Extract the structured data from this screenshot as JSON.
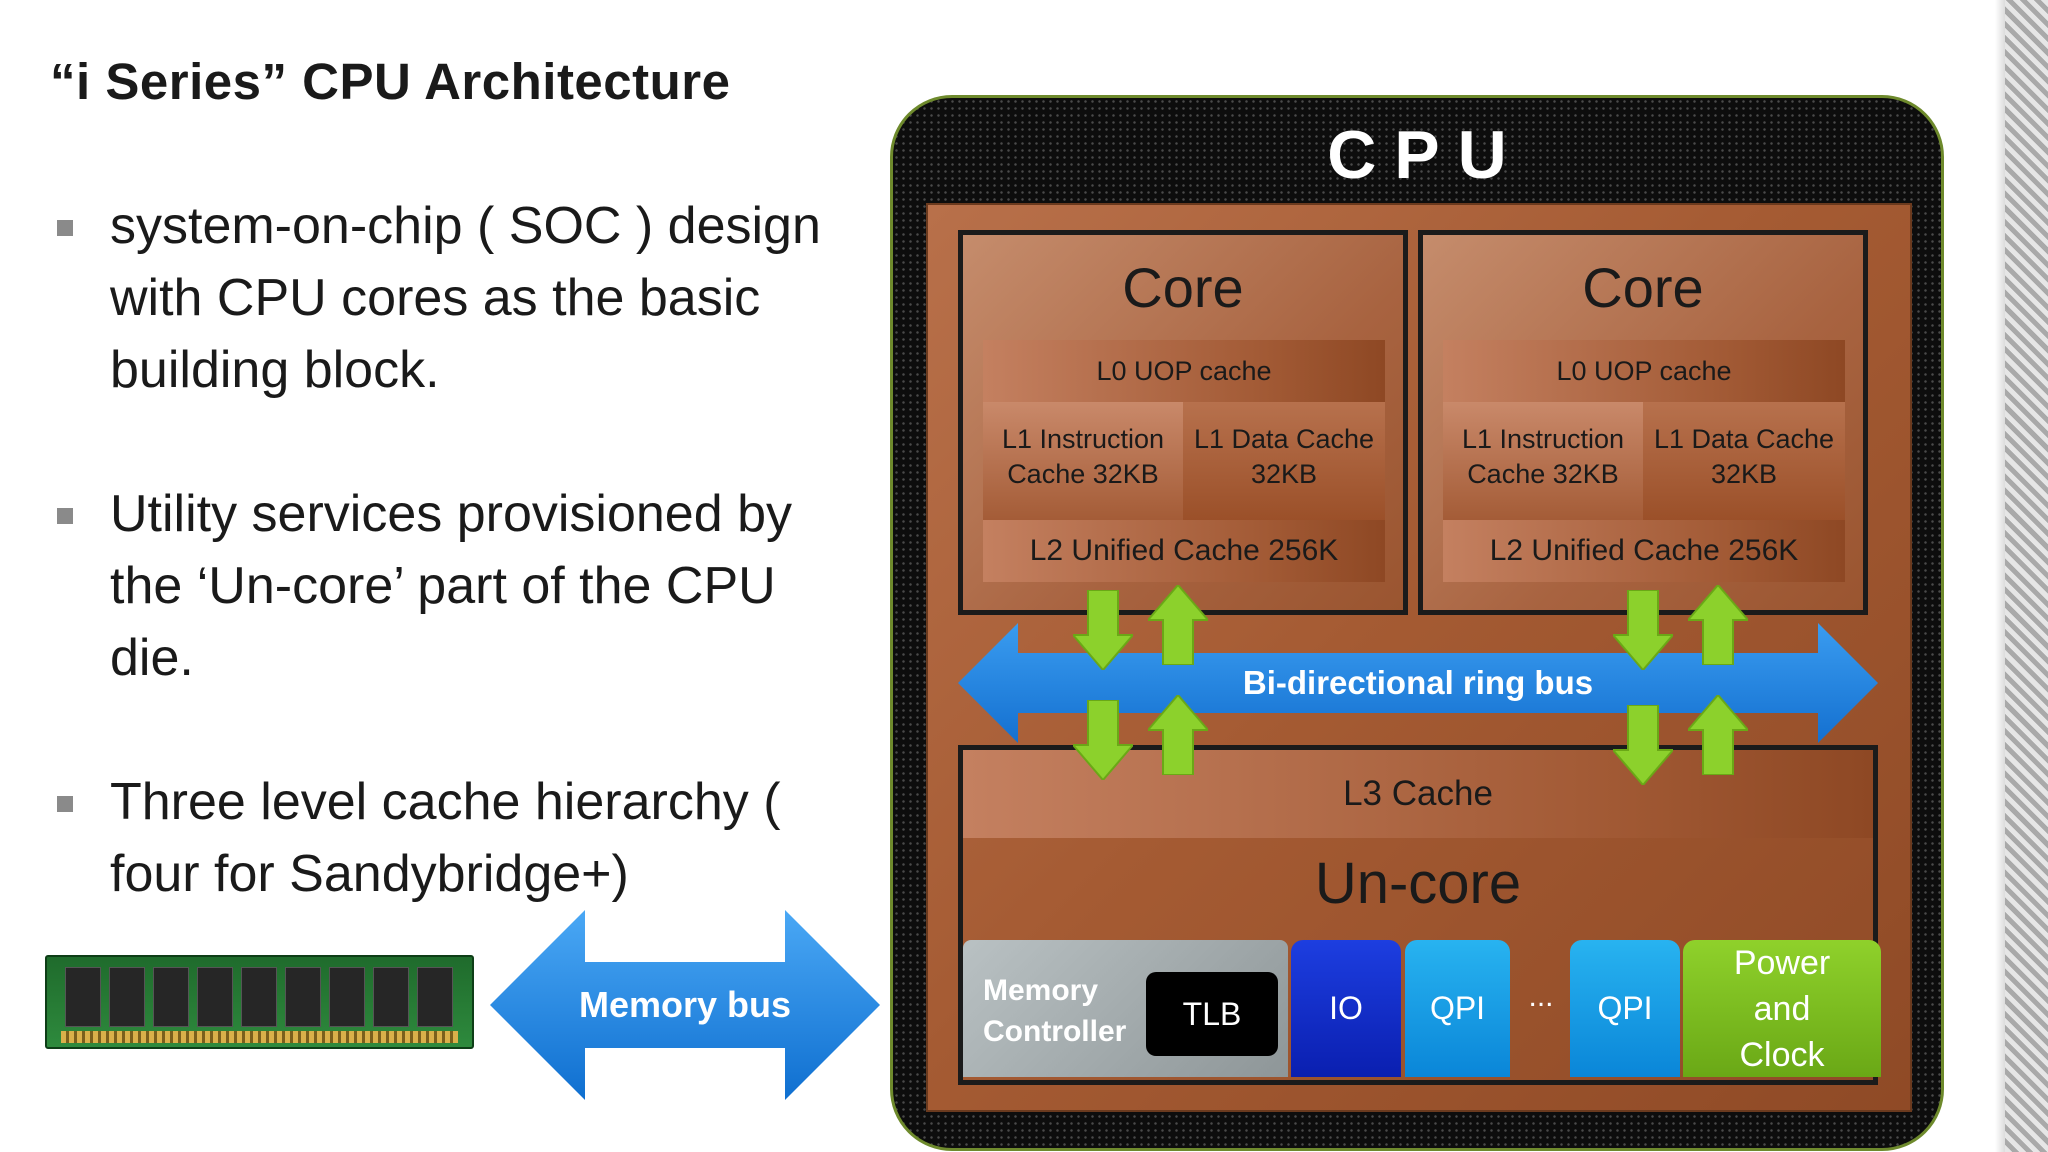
{
  "slide": {
    "title": "“i Series”  CPU Architecture",
    "bullets": [
      "system-on-chip ( SOC ) design with CPU cores as the basic building block.",
      "Utility services provisioned by the ‘Un-core’ part of the CPU die.",
      "Three level cache hierarchy ( four for Sandybridge+)"
    ]
  },
  "memory_bus": {
    "label": "Memory bus"
  },
  "cpu": {
    "title": "CPU",
    "cores": [
      {
        "title": "Core",
        "l0": "L0 UOP cache",
        "l1_instruction": [
          "L1 Instruction",
          "Cache 32KB"
        ],
        "l1_data": [
          "L1 Data Cache",
          "32KB"
        ],
        "l2": "L2 Unified Cache 256K"
      },
      {
        "title": "Core",
        "l0": "L0 UOP cache",
        "l1_instruction": [
          "L1 Instruction",
          "Cache 32KB"
        ],
        "l1_data": [
          "L1 Data Cache",
          "32KB"
        ],
        "l2": "L2 Unified Cache 256K"
      }
    ],
    "ring_bus": "Bi-directional ring bus",
    "l3": "L3 Cache",
    "uncore": {
      "title": "Un-core",
      "memory_controller": [
        "Memory",
        "Controller"
      ],
      "tlb": "TLB",
      "io": "IO",
      "qpi_1": "QPI",
      "ellipsis": "...",
      "qpi_2": "QPI",
      "power": [
        "Power",
        "and",
        "Clock"
      ]
    }
  },
  "colors": {
    "die": "#a55b33",
    "ring_bus": "#1e88e5",
    "io": "#1d3ee0",
    "qpi": "#1aa0e8",
    "power": "#7ec21f",
    "memory_controller": "#a3abad",
    "arrows": "#8cd12c"
  }
}
